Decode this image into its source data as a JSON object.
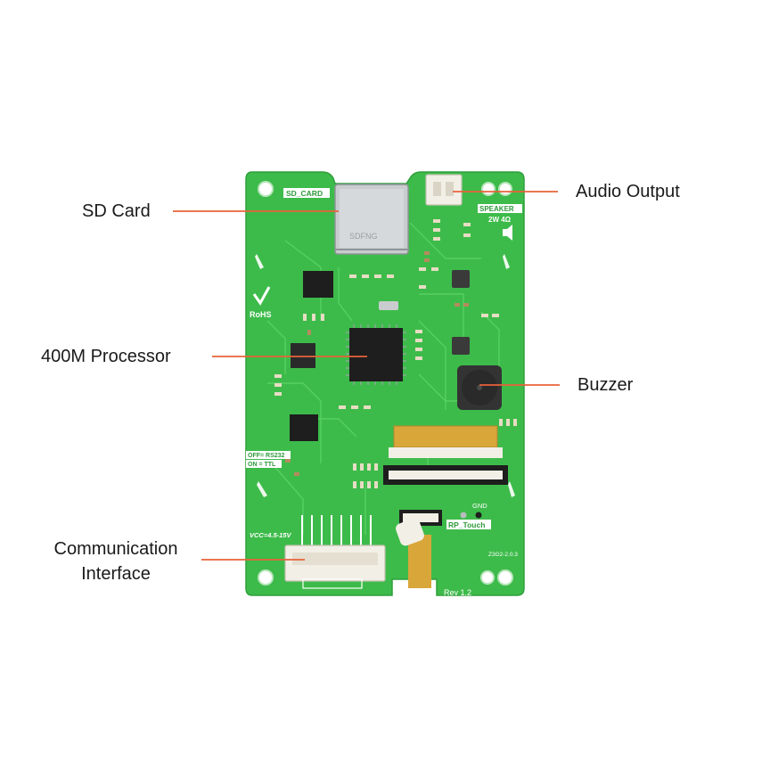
{
  "callouts": {
    "sd_card": "SD Card",
    "audio_output": "Audio Output",
    "processor": "400M Processor",
    "buzzer": "Buzzer",
    "communication_line1": "Communication",
    "communication_line2": "Interface"
  },
  "board": {
    "silkscreen": {
      "sd_card": "SD_CARD",
      "speaker": "SPEAKER",
      "speaker_rating": "2W 4Ω",
      "rohs": "RoHS",
      "card_slot_text": "SDFNG",
      "rs232": "OFF= RS232",
      "ttl": "ON = TTL",
      "vcc": "VCC=4.5-15V",
      "rp_touch": "RP_Touch",
      "gnd": "GND",
      "revision": "Rev 1.2",
      "part_code": "Z3G2-2.0.3"
    }
  },
  "colors": {
    "pcb": "#3dbb4a",
    "pcb_dark": "#2e9a3a",
    "trace": "#58cf62",
    "chip": "#1e1e1e",
    "callout_line": "#e8623a",
    "connector": "#f2efe6",
    "ribbon": "#d9a63a"
  }
}
